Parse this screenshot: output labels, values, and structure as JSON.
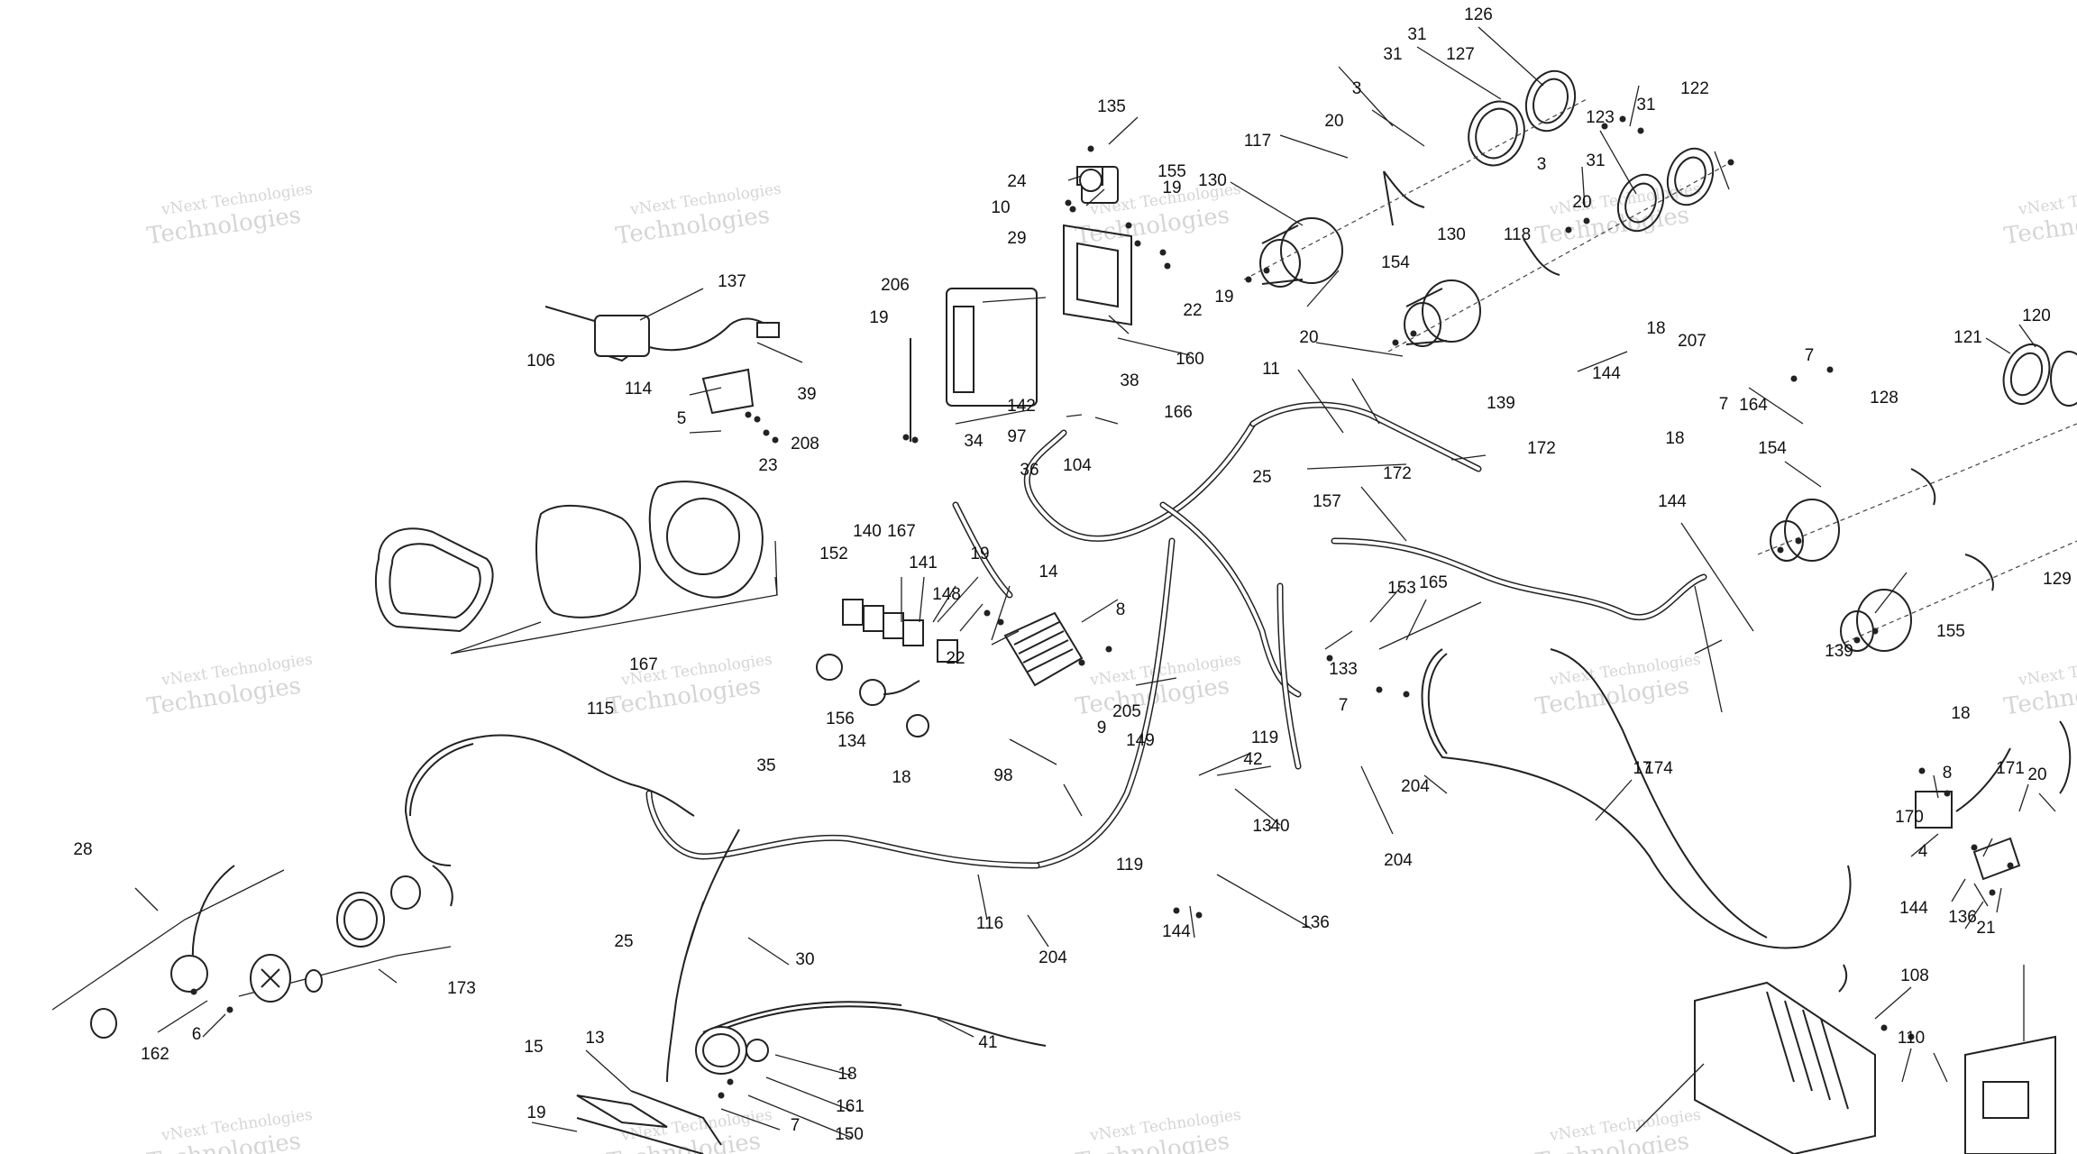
{
  "watermark": {
    "line1": "vNext Technologies",
    "line2": "Technologies"
  },
  "callouts": [
    "126",
    "31",
    "127",
    "31",
    "3",
    "20",
    "117",
    "130",
    "155",
    "122",
    "31",
    "123",
    "31",
    "3",
    "20",
    "118",
    "130",
    "154",
    "20",
    "11",
    "144",
    "139",
    "135",
    "24",
    "19",
    "10",
    "29",
    "22",
    "19",
    "206",
    "160",
    "19",
    "142",
    "38",
    "166",
    "137",
    "106",
    "114",
    "39",
    "5",
    "23",
    "208",
    "18",
    "207",
    "7",
    "164",
    "7",
    "18",
    "121",
    "120",
    "128",
    "154",
    "144",
    "139",
    "129",
    "155",
    "34",
    "97",
    "36",
    "104",
    "25",
    "157",
    "172",
    "172",
    "167",
    "152",
    "140",
    "167",
    "141",
    "148",
    "19",
    "22",
    "14",
    "8",
    "165",
    "153",
    "133",
    "9",
    "205",
    "156",
    "134",
    "18",
    "7",
    "204",
    "174",
    "115",
    "119",
    "42",
    "40",
    "149",
    "35",
    "98",
    "119",
    "204",
    "13",
    "17",
    "170",
    "18",
    "171",
    "8",
    "20",
    "4",
    "144",
    "136",
    "21",
    "28",
    "173",
    "162",
    "6",
    "25",
    "30",
    "116",
    "204",
    "144",
    "136",
    "41",
    "18",
    "161",
    "150",
    "7",
    "13",
    "15",
    "19",
    "108",
    "110"
  ]
}
